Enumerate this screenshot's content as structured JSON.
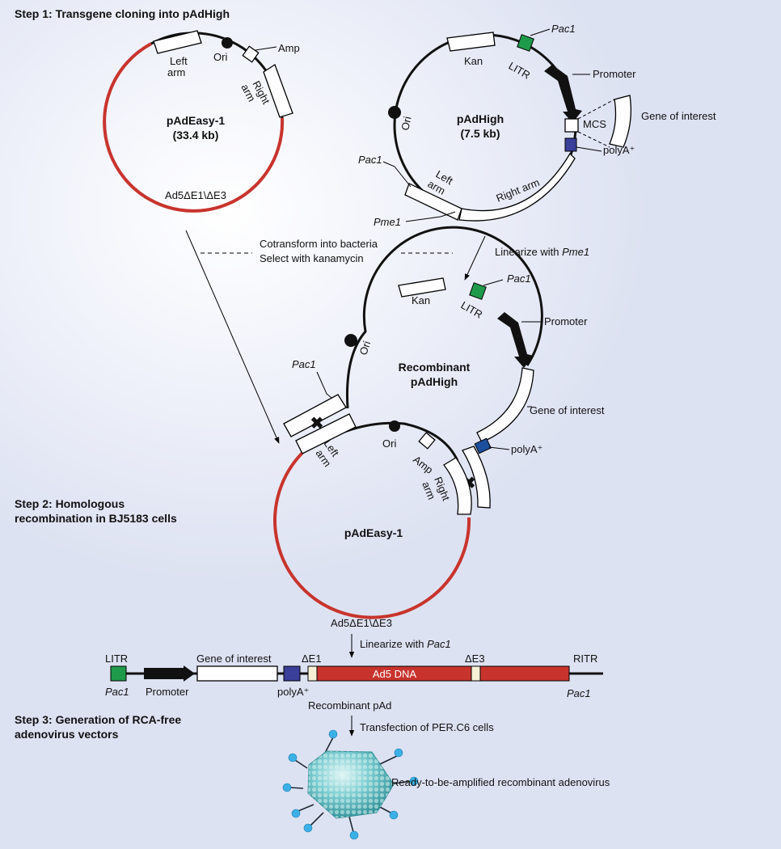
{
  "steps": {
    "step1": "Step 1: Transgene cloning into pAdHigh",
    "step2_l1": "Step 2: Homologous",
    "step2_l2": "recombination in BJ5183 cells",
    "step3_l1": "Step 3: Generation of RCA-free",
    "step3_l2": "adenovirus vectors"
  },
  "pAdEasy_top": {
    "name": "pAdEasy-1",
    "size": "(33.4 kb)",
    "left_l1": "Left",
    "left_l2": "arm",
    "ori": "Ori",
    "amp": "Amp",
    "right_l1": "Right",
    "right_l2": "arm",
    "backbone": "Ad5ΔE1\\ΔE3"
  },
  "pAdHigh": {
    "name": "pAdHigh",
    "size": "(7.5 kb)",
    "kan": "Kan",
    "litr": "LITR",
    "pac1": "Pac1",
    "promoter": "Promoter",
    "mcs": "MCS",
    "goi": "Gene of interest",
    "polya": "polyA⁺",
    "ori": "Ori",
    "pac1_left": "Pac1",
    "left_l1": "Left",
    "left_l2": "arm",
    "right_arm": "Right arm",
    "pme1": "Pme1"
  },
  "middle": {
    "cotransform_l1": "Cotransform into bacteria",
    "cotransform_l2": "Select with kanamycin",
    "linearize_pre": "Linearize with ",
    "linearize_enzyme": "Pme1"
  },
  "recombinant": {
    "name_l1": "Recombinant",
    "name_l2": "pAdHigh",
    "kan": "Kan",
    "litr": "LITR",
    "pac1": "Pac1",
    "promoter": "Promoter",
    "ori": "Ori",
    "pac1_left": "Pac1",
    "goi": "Gene of interest",
    "polya": "polyA⁺"
  },
  "pAdEasy_bottom": {
    "name": "pAdEasy-1",
    "left_l1": "Left",
    "left_l2": "arm",
    "ori": "Ori",
    "amp": "Amp",
    "right_l1": "Right",
    "right_l2": "arm",
    "backbone": "Ad5ΔE1\\ΔE3"
  },
  "linear": {
    "linearize_pre": "Linearize with ",
    "linearize_enzyme": "Pac1",
    "litr": "LITR",
    "pac1_left": "Pac1",
    "promoter": "Promoter",
    "goi": "Gene of interest",
    "de1": "ΔE1",
    "ad5": "Ad5 DNA",
    "de3": "ΔE3",
    "ritr": "RITR",
    "pac1_right": "Pac1",
    "polya": "polyA⁺",
    "recombinant": "Recombinant pAd"
  },
  "bottom": {
    "transfection": "Transfection of PER.C6 cells",
    "ready": "Ready-to-be-amplified recombinant adenovirus"
  },
  "colors": {
    "backbone_red": "#c8342d",
    "litr_green": "#1f9a4a",
    "polya_blue": "#3a3f9a",
    "polya_blue2": "#1c4f9c",
    "virus_teal": "#5fbcc2",
    "spike_blue": "#3bb0e6"
  }
}
